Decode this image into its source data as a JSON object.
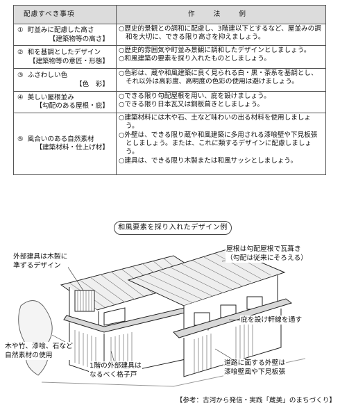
{
  "table": {
    "header_item": "配慮すべき事項",
    "header_method": "作 法 例",
    "rows": [
      {
        "num": "①",
        "item": "町並みに配慮した高さ",
        "sub": "【建築物等の高さ】",
        "methods": [
          "○歴史的景観との調和に配慮し、3階建以下とするなど、屋並みの調和を大切に、できる限り高さを抑えましょう。"
        ]
      },
      {
        "num": "②",
        "item": "和を基調としたデザイン",
        "sub": "【建築物等の意匠・形態】",
        "methods": [
          "○歴史的雰囲気や町並み景観に調和したデザインとしましょう。",
          "○和風建築の要素を採り入れたものとしましょう。"
        ]
      },
      {
        "num": "③",
        "item": "ふさわしい色",
        "sub": "【色　彩】",
        "methods": [
          "○色彩は、蔵や和風建築に良く見られる白・黒・茶系を基調とし、それ以外は高彩度、高明度の色彩の使用は避けましょう。"
        ]
      },
      {
        "num": "④",
        "item": "美しい屋根並み",
        "sub": "【勾配のある屋根・庇】",
        "methods": [
          "○できる限り勾配屋根を用い、庇を設けましょう。",
          "○できる限り日本瓦又は銅板葺きとしましょう。"
        ]
      },
      {
        "num": "⑤",
        "item": "風合いのある自然素材",
        "sub": "【建築材料・仕上げ材】",
        "methods": [
          "○建築材料には木や石、土など味わいの出る材料を使用しましょう。",
          "○外壁は、できる限り蔵や和風建築に多用される漆喰壁や下見板張としましょう。または、これに類するデザインに配慮しましょう。",
          "○建具は、できる限り木製または和風サッシとしましょう。"
        ]
      }
    ]
  },
  "figure": {
    "title": "和風要素を採り入れたデザイン例",
    "callouts": {
      "fittings": "外部建具は木製に\n準ずるデザイン",
      "roof": "屋根は勾配屋根で瓦葺き\n（勾配は従来にそろえる）",
      "eaves": "庇を設け軒線を通す",
      "natural": "木や竹、漆喰、石など\n自然素材の使用",
      "lattice": "1階の外部建具は\nなるべく格子戸",
      "wall": "道路に面する外壁は\n漆喰壁風や下見板張"
    }
  },
  "source": "【参考：古河から発信・実践「蔵美」のまちづくり】"
}
